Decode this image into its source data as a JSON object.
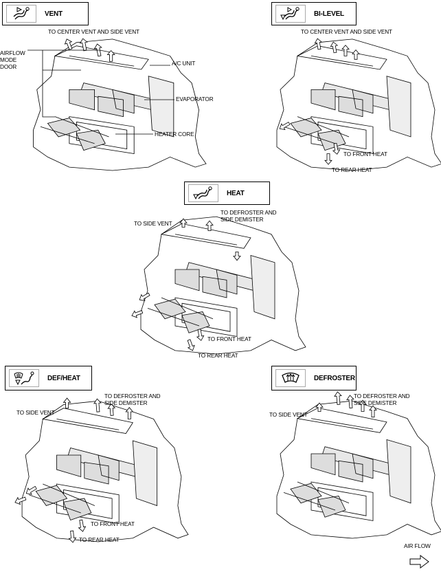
{
  "panels": [
    {
      "title": "VENT",
      "icon": "vent-mode-icon",
      "labels": {
        "outlet": "TO CENTER VENT AND SIDE VENT",
        "door_1": "AIRFLOW",
        "door_2": "MODE",
        "door_3": "DOOR",
        "unit": "A/C UNIT",
        "evaporator": "EVAPORATOR",
        "heater": "HEATER CORE"
      }
    },
    {
      "title": "BI-LEVEL",
      "icon": "bi-level-mode-icon",
      "labels": {
        "outlet": "TO CENTER VENT AND SIDE VENT",
        "front": "TO FRONT HEAT",
        "rear": "TO REAR HEAT"
      }
    },
    {
      "title": "HEAT",
      "icon": "heat-mode-icon",
      "labels": {
        "side": "TO SIDE VENT",
        "def_1": "TO DEFROSTER AND",
        "def_2": "SIDE DEMISTER",
        "front": "TO FRONT HEAT",
        "rear": "TO REAR HEAT"
      }
    },
    {
      "title": "DEF/HEAT",
      "icon": "def-heat-mode-icon",
      "labels": {
        "side": "TO SIDE VENT",
        "def_1": "TO DEFROSTER AND",
        "def_2": "SIDE DEMISTER",
        "front": "TO FRONT HEAT",
        "rear": "TO REAR HEAT"
      }
    },
    {
      "title": "DEFROSTER",
      "icon": "defroster-mode-icon",
      "labels": {
        "side": "TO SIDE VENT",
        "def_1": "TO DEFROSTER AND",
        "def_2": "SIDE DEMISTER"
      }
    }
  ],
  "legend": {
    "airflow": "AIR FLOW"
  }
}
